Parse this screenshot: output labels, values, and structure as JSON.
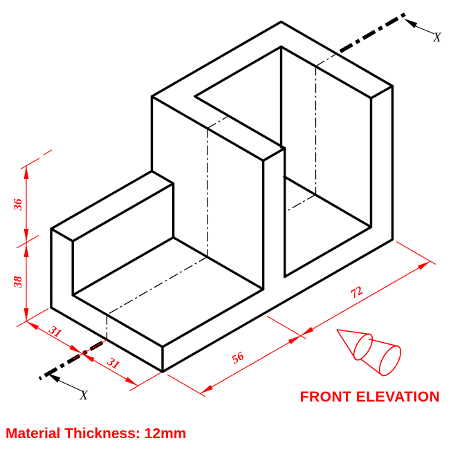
{
  "drawing": {
    "material_note": "Material Thickness: 12mm",
    "view_label": "FRONT ELEVATION",
    "section_label_top": "X",
    "section_label_bottom": "X",
    "dims": {
      "upper_height": "36",
      "lower_height": "38",
      "left_front": "31",
      "left_rear": "31",
      "bottom_front": "56",
      "bottom_rear": "72"
    },
    "colors": {
      "line": "#000000",
      "dimension": "#ff0000",
      "background": "#ffffff"
    }
  }
}
